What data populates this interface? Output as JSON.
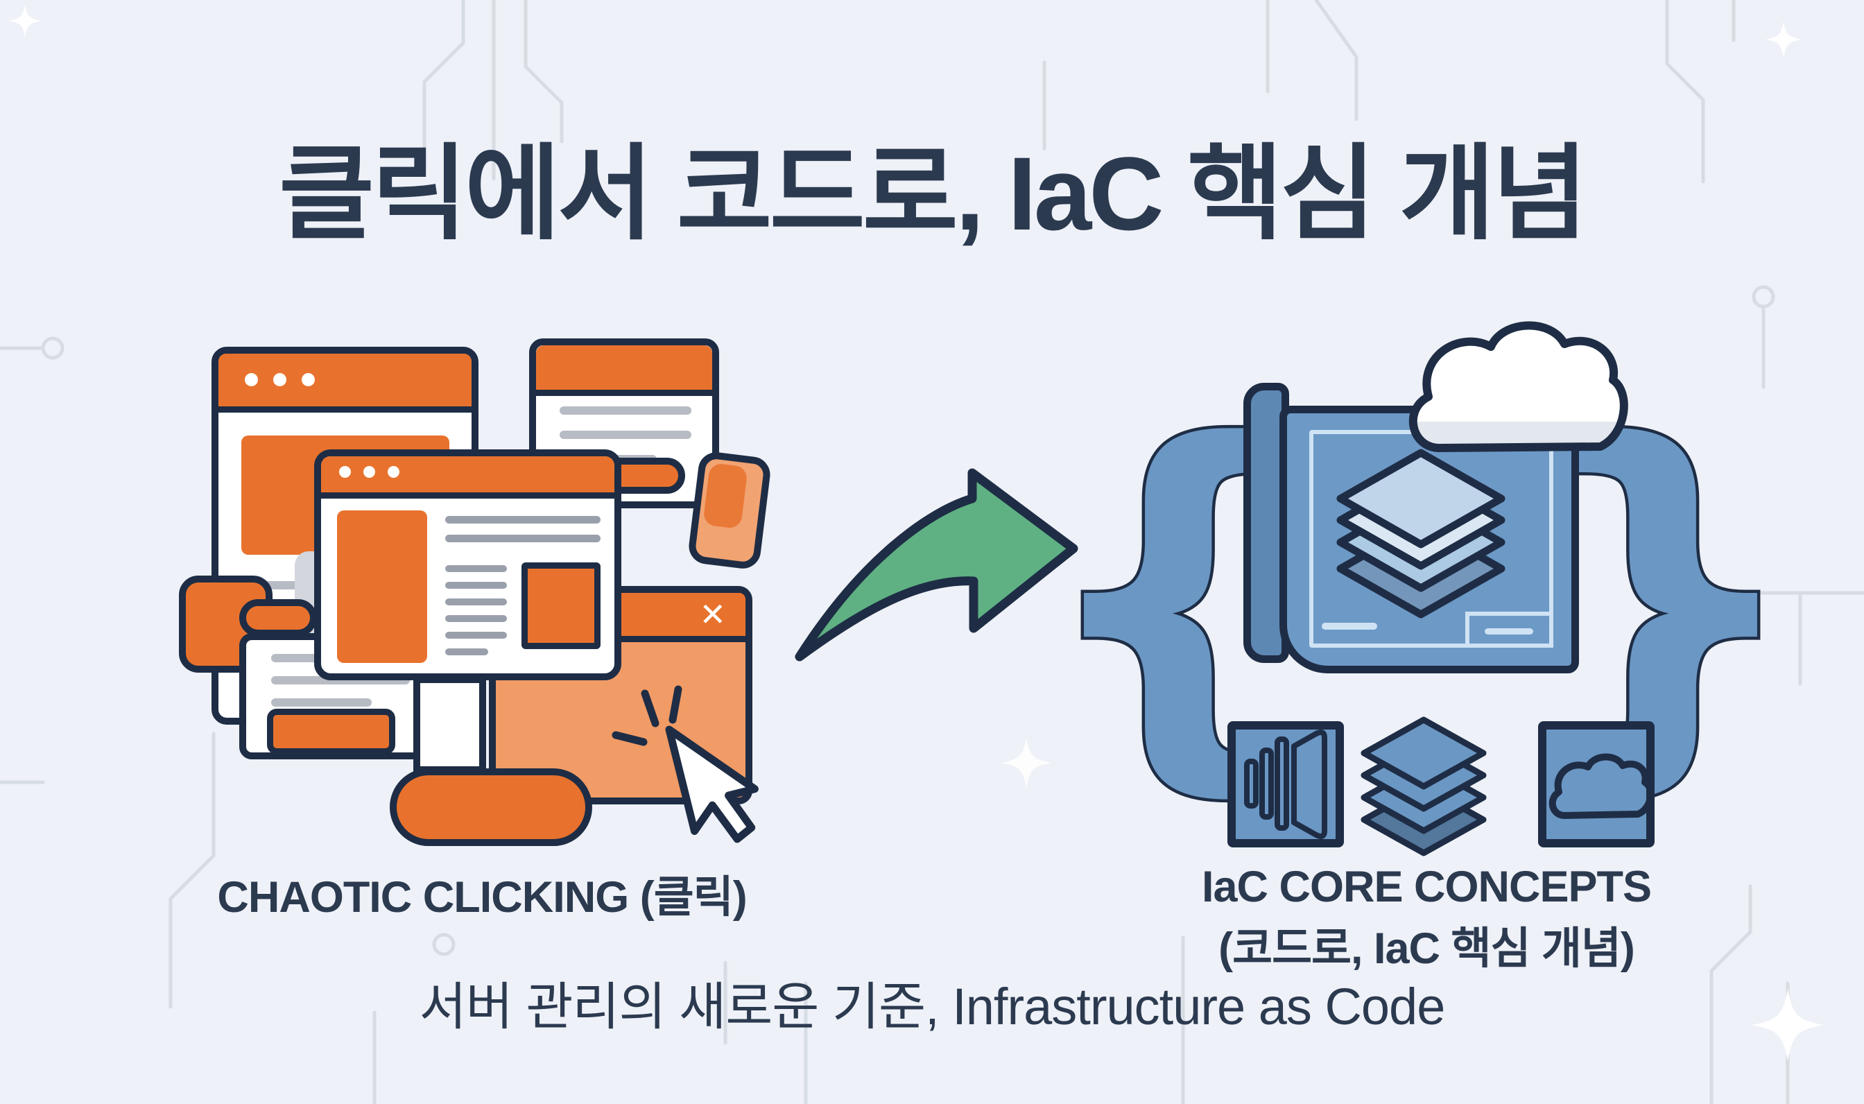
{
  "title": "클릭에서 코드로, IaC 핵심 개념",
  "left_panel": {
    "label": "CHAOTIC CLICKING (클릭)"
  },
  "right_panel": {
    "label_line1": "IaC CORE CONCEPTS",
    "label_line2": "(코드로, IaC 핵심 개념)"
  },
  "caption": "서버 관리의 새로운 기준, Infrastructure as Code",
  "icons": {
    "close": "✕",
    "brace_left": "{",
    "brace_right": "}"
  },
  "colors": {
    "bg": "#eef1f7",
    "trace": "#d7dce3",
    "navy": "#1e2d45",
    "text": "#2c3a50",
    "orange": "#e8722d",
    "orange_soft": "#f19b66",
    "orange_fragment": "#f2a372",
    "gray_line": "#b7bbc4",
    "gray_line_dark": "#9aa0ab",
    "ghost": "#d3d6dd",
    "blue": "#6b97c4",
    "blue_sheet": "#6d99c6",
    "blue_spine": "#5e88b4",
    "blue_light": "#cfe3f4",
    "blue_icon_dark": "#54779c",
    "diamond1": "#c0d5e9",
    "diamond2": "#dbe8f4",
    "diamond3": "#accae4",
    "diamond4": "#7496ba",
    "green": "#5fb183",
    "cloud_shadow": "#e3e7ee",
    "white": "#ffffff"
  }
}
